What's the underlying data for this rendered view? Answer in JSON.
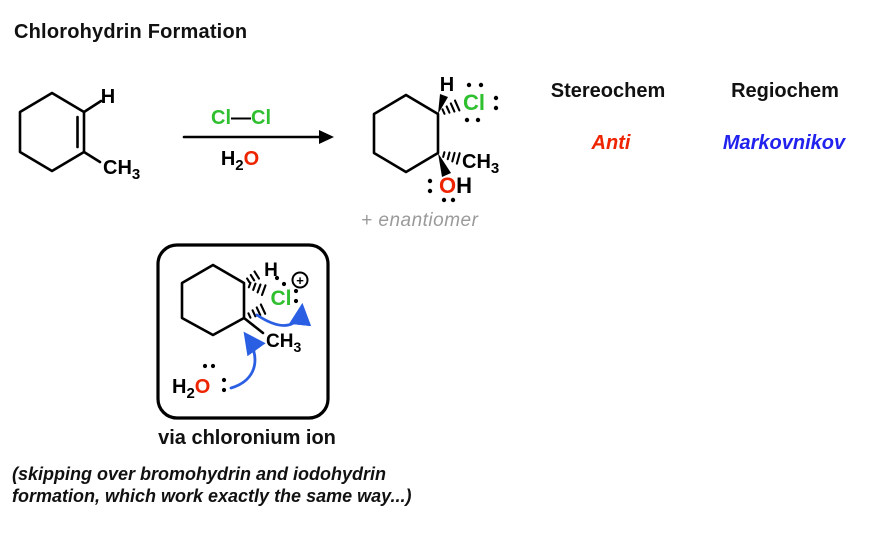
{
  "title": "Chlorohydrin Formation",
  "reaction": {
    "reagent_top": {
      "cl1": "Cl",
      "bond": "—",
      "cl2": "Cl"
    },
    "solvent": {
      "h": "H",
      "sub": "2",
      "o": "O"
    }
  },
  "reactant": {
    "h_label": "H",
    "methyl": "CH",
    "methyl_sub": "3"
  },
  "product": {
    "h_label": "H",
    "cl_label": "Cl",
    "methyl": "CH",
    "methyl_sub": "3",
    "o_label": "O",
    "oh_h_label": "H",
    "enantiomer_note": "+ enantiomer"
  },
  "analysis": {
    "stereochem_header": "Stereochem",
    "regiochem_header": "Regiochem",
    "stereochem_value": "Anti",
    "regiochem_value": "Markovnikov"
  },
  "intermediate": {
    "h_label": "H",
    "cl_label": "Cl",
    "charge": "+",
    "methyl": "CH",
    "methyl_sub": "3",
    "water_h": "H",
    "water_sub": "2",
    "water_o": "O",
    "caption": "via chloronium ion"
  },
  "footnote": {
    "line1": "(skipping over bromohydrin and iodohydrin",
    "line2": "formation, which work exactly the same way...)"
  },
  "colors": {
    "chlorine_green": "#2fbf2f",
    "oxygen_red": "#ee2400",
    "markovnikov_blue": "#2222ee",
    "anti_red": "#ee2400",
    "mechanism_arrow_blue": "#2b5fe3",
    "enantiomer_gray": "#9a9a9a"
  }
}
